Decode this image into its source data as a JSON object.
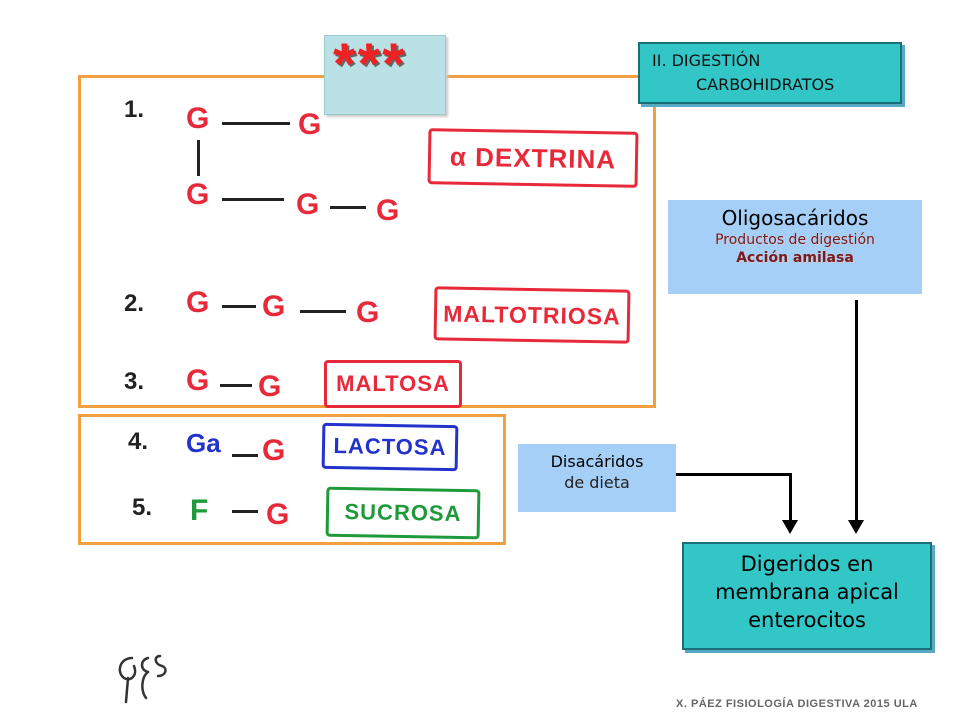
{
  "stars": "***",
  "section": {
    "line1": "II. DIGESTIÓN",
    "line2": "CARBOHIDRATOS"
  },
  "rows": [
    {
      "num": "1.",
      "label": "α DEXTRINA",
      "color": "#e8293a"
    },
    {
      "num": "2.",
      "label": "MALTOTRIOSA",
      "color": "#e8293a"
    },
    {
      "num": "3.",
      "label": "MALTOSA",
      "color": "#e8293a"
    },
    {
      "num": "4.",
      "label": "LACTOSA",
      "color": "#2233cc"
    },
    {
      "num": "5.",
      "label": "SUCROSA",
      "color": "#1f9a3a"
    }
  ],
  "glyphs": {
    "g": "G",
    "ga": "Ga",
    "f": "F"
  },
  "oligo": {
    "title": "Oligosacáridos",
    "line2": "Productos de digestión",
    "line3": "Acción amilasa"
  },
  "disac": {
    "line1": "Disacáridos",
    "line2": "de dieta"
  },
  "digeridos": {
    "line1": "Digeridos en",
    "line2": "membrana apical",
    "line3": "enterocitos"
  },
  "footer": "X. PÁEZ FISIOLOGÍA DIGESTIVA 2015 ULA"
}
